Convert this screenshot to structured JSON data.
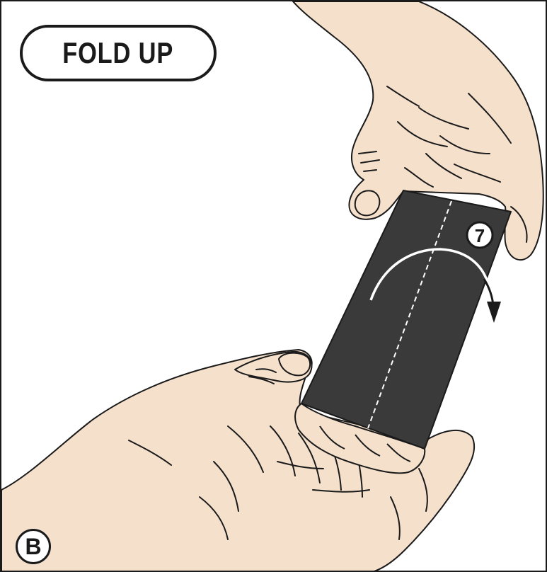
{
  "step_label": "FOLD UP",
  "panel_letter": "B",
  "fold_step_number": "7",
  "colors": {
    "skin": "#f5e0cc",
    "paper": "#3a3a3a",
    "outline": "#1a1a1a",
    "crease": "#ffffff",
    "background": "#ffffff"
  },
  "icons": {
    "fold_direction": "curved-arrow-down-right-icon"
  }
}
